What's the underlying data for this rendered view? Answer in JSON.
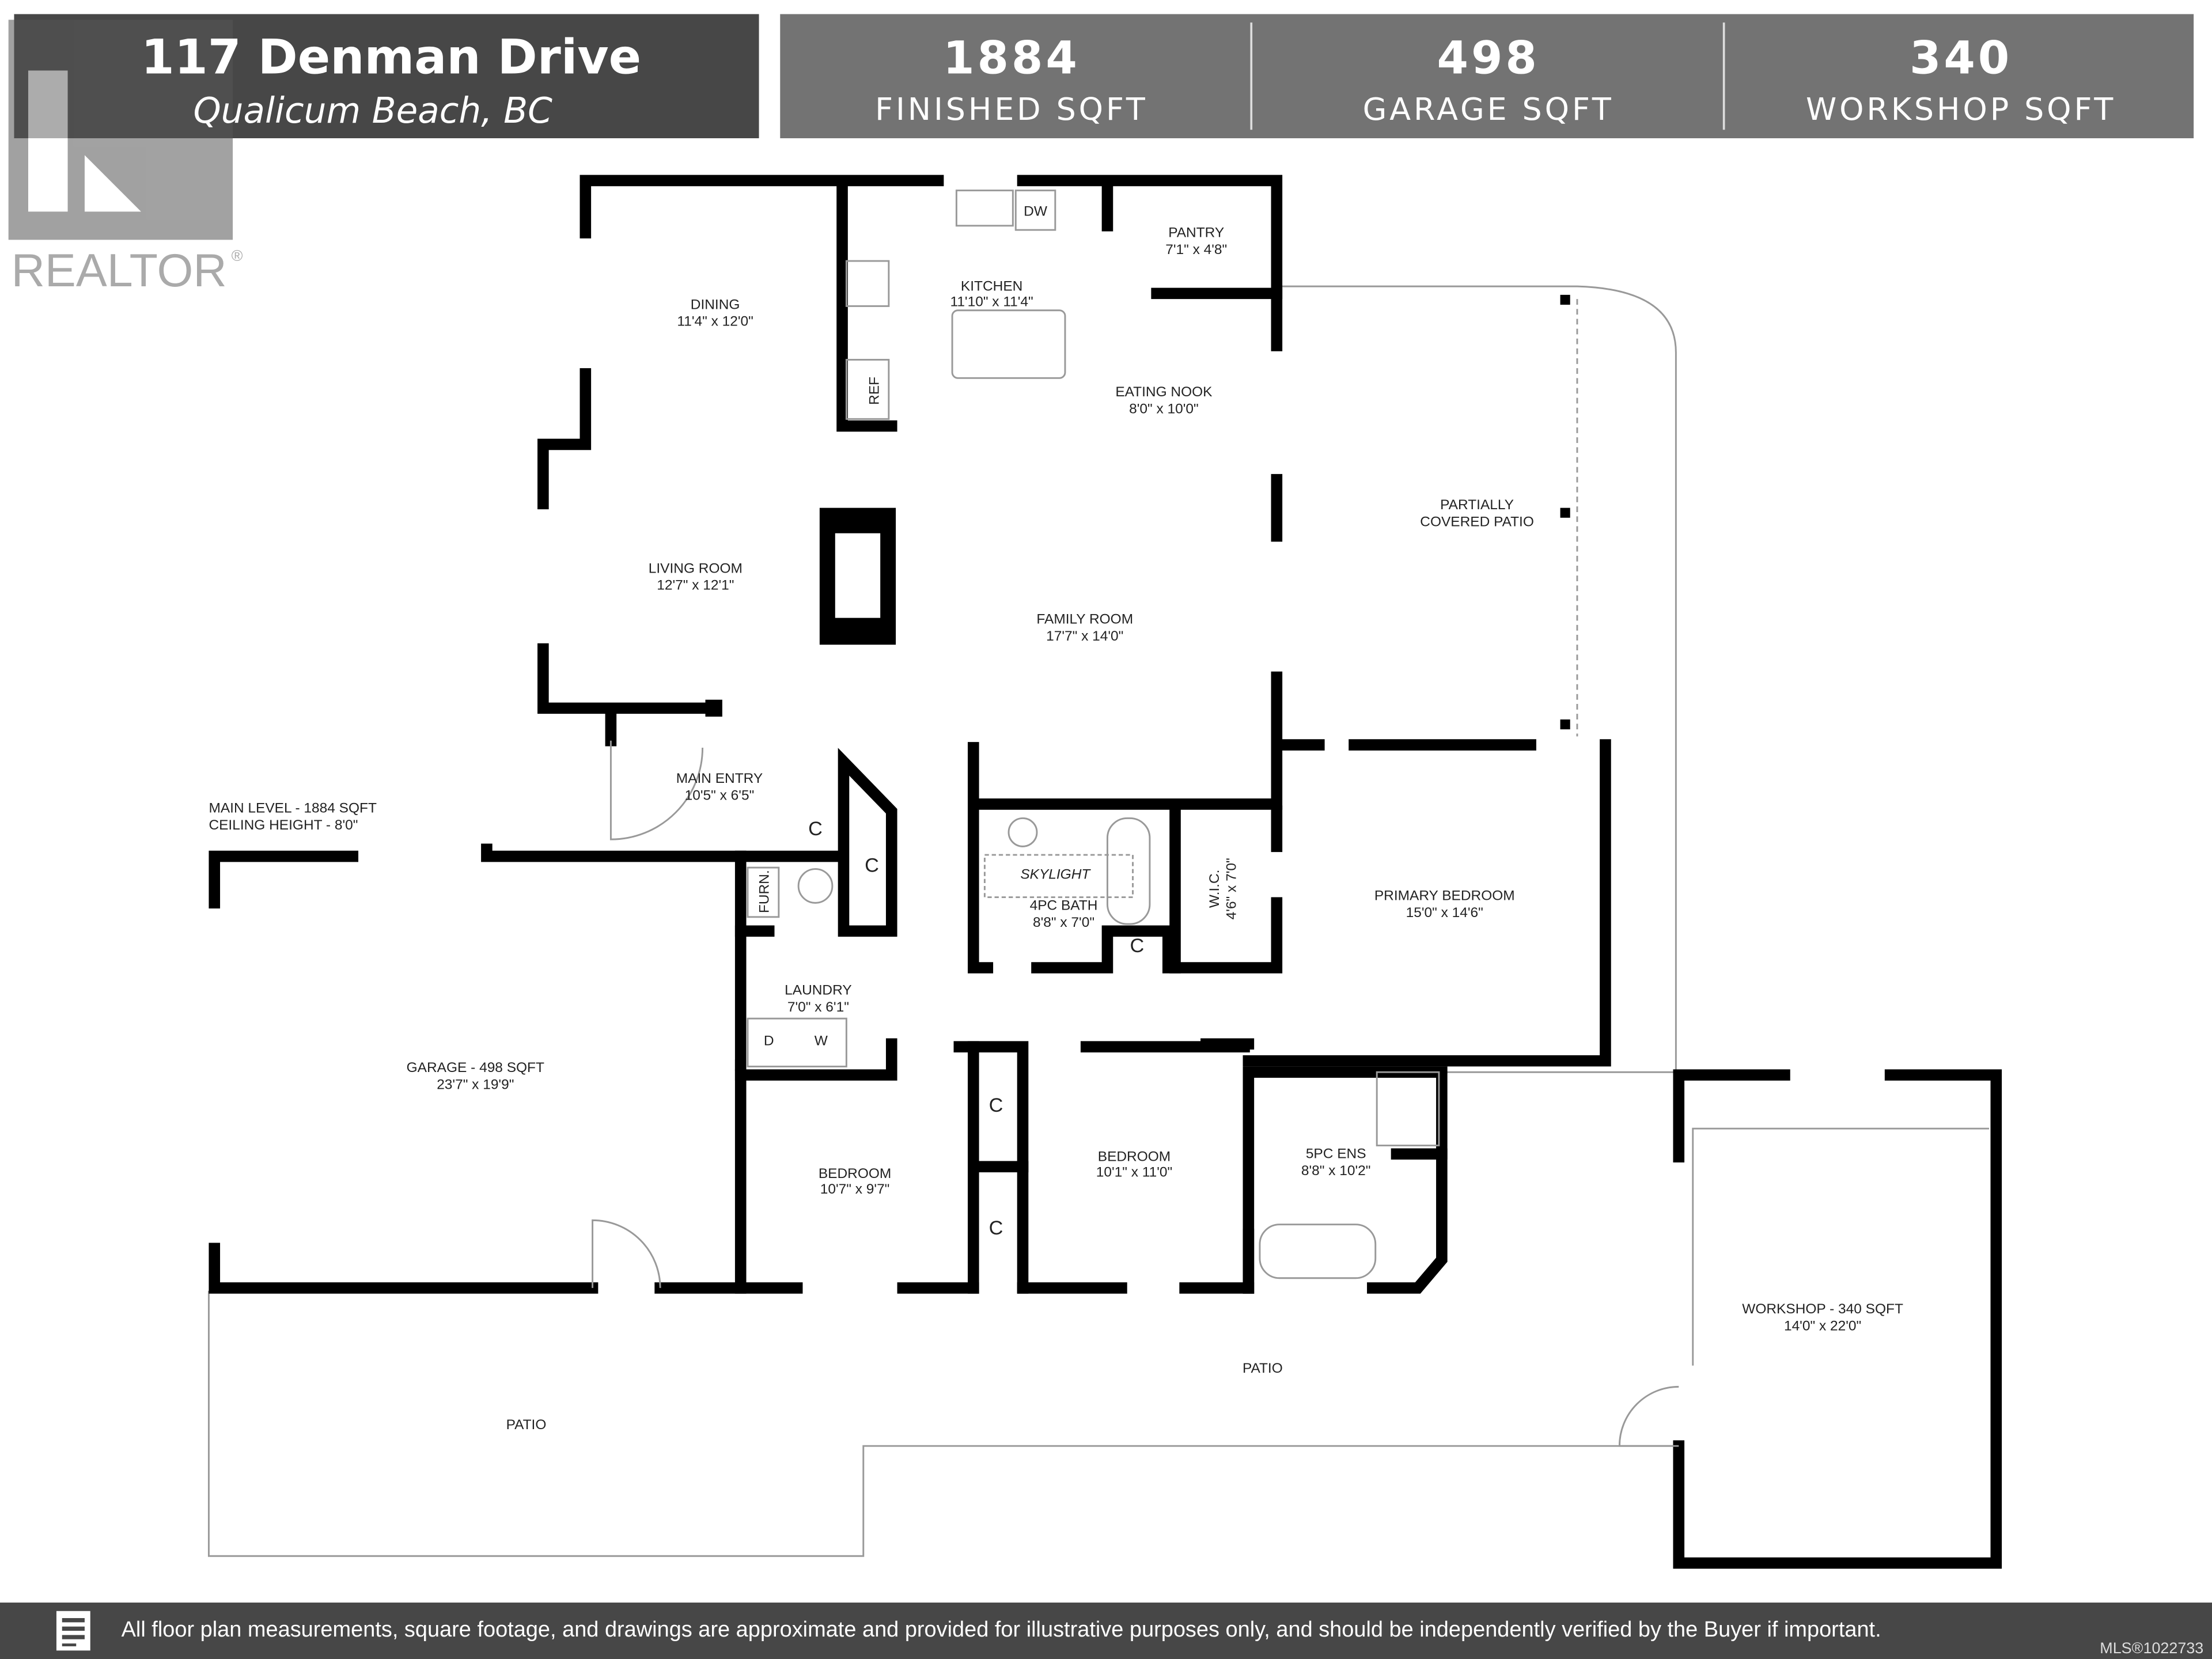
{
  "header": {
    "address": "117 Denman Drive",
    "city": "Qualicum Beach, BC",
    "stats": [
      {
        "value": "1884",
        "label": "FINISHED SQFT"
      },
      {
        "value": "498",
        "label": "GARAGE SQFT"
      },
      {
        "value": "340",
        "label": "WORKSHOP SQFT"
      }
    ]
  },
  "logo": {
    "text": "REALTOR®"
  },
  "plan": {
    "level_note": {
      "line1": "MAIN LEVEL - 1884 SQFT",
      "line2": "CEILING HEIGHT - 8'0\""
    },
    "rooms": [
      {
        "name": "PANTRY",
        "size": "7'1\" x 4'8\""
      },
      {
        "name": "KITCHEN",
        "size": "11'10\" x 11'4\""
      },
      {
        "name": "DINING",
        "size": "11'4\" x 12'0\""
      },
      {
        "name": "EATING NOOK",
        "size": "8'0\" x 10'0\""
      },
      {
        "name": "PARTIALLY",
        "size": "COVERED PATIO"
      },
      {
        "name": "LIVING ROOM",
        "size": "12'7\" x 12'1\""
      },
      {
        "name": "FAMILY ROOM",
        "size": "17'7\" x 14'0\""
      },
      {
        "name": "MAIN ENTRY",
        "size": "10'5\" x 6'5\""
      },
      {
        "name": "4PC BATH",
        "size": "8'8\" x 7'0\""
      },
      {
        "name": "PRIMARY BEDROOM",
        "size": "15'0\" x 14'6\""
      },
      {
        "name": "LAUNDRY",
        "size": "7'0\" x 6'1\""
      },
      {
        "name": "GARAGE - 498 SQFT",
        "size": "23'7\" x 19'9\""
      },
      {
        "name": "BEDROOM",
        "size": "10'1\" x 11'0\""
      },
      {
        "name": "5PC ENS",
        "size": "8'8\" x 10'2\""
      },
      {
        "name": "BEDROOM",
        "size": "10'7\" x 9'7\""
      },
      {
        "name": "WORKSHOP - 340 SQFT",
        "size": "14'0\" x 22'0\""
      },
      {
        "name": "W.I.C.",
        "size": "4'6\" x 7'0\""
      }
    ],
    "skylight": "SKYLIGHT",
    "patio_labels": [
      "PATIO",
      "PATIO"
    ],
    "closet_label": "C",
    "fixtures": {
      "furnace": "FURN.",
      "dryer": "D",
      "washer": "W",
      "fridge": "REF",
      "dishwasher": "DW"
    }
  },
  "footer": {
    "icon": "document-icon",
    "disclaimer": "All floor plan measurements, square footage, and drawings are approximate and provided for illustrative purposes only, and should be independently verified by the Buyer if important.",
    "mls": "MLS®1022733"
  },
  "colors": {
    "header_dark": "#474747",
    "header_stats": "#737373",
    "footer": "#474747",
    "wall": "#000000"
  }
}
